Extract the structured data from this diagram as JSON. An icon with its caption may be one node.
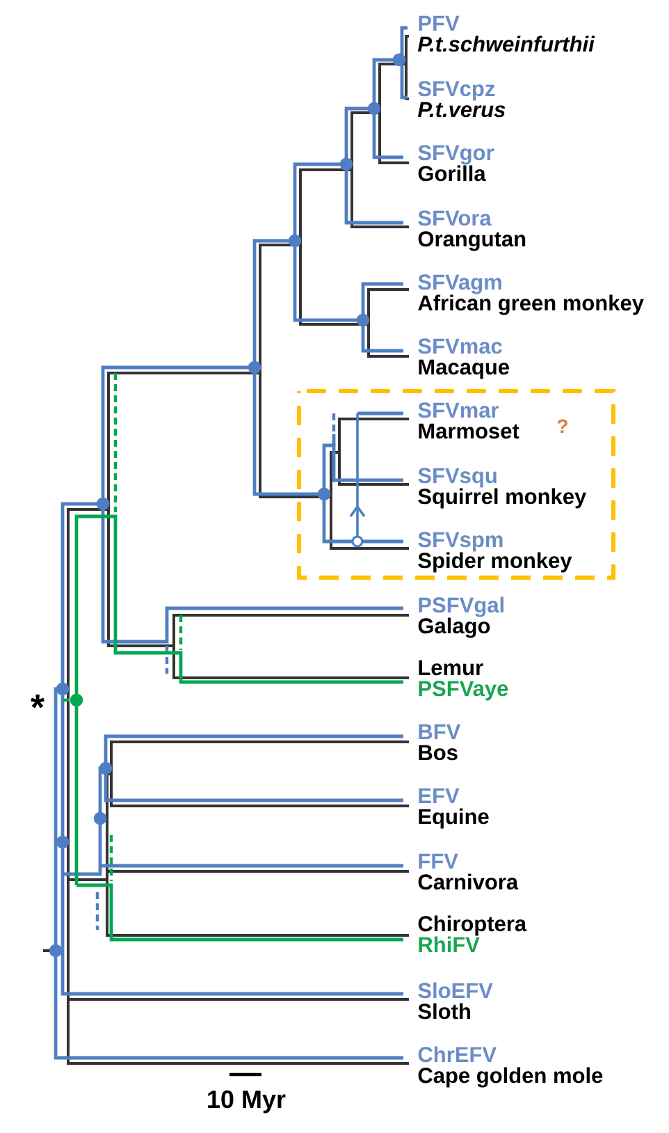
{
  "diagram": {
    "labels": [
      "PFV",
      "P.t.schweinfurthii",
      "SFVcpz",
      "P.t.verus",
      "SFVgor",
      "Gorilla",
      "SFVora",
      "Orangutan",
      "SFVagm",
      "African green monkey",
      "SFVmac",
      "Macaque",
      "SFVmar",
      "Marmoset",
      "?",
      "SFVsqu",
      "Squirrel monkey",
      "SFVspm",
      "Spider monkey",
      "PSFVgal",
      "Galago",
      "Lemur",
      "PSFVaye",
      "*",
      "BFV",
      "Bos",
      "EFV",
      "Equine",
      "FFV",
      "Carnivora",
      "Chiroptera",
      "RhiFV",
      "SloEFV",
      "Sloth",
      "ChrEFV",
      "Cape golden mole",
      "10 Myr"
    ]
  }
}
